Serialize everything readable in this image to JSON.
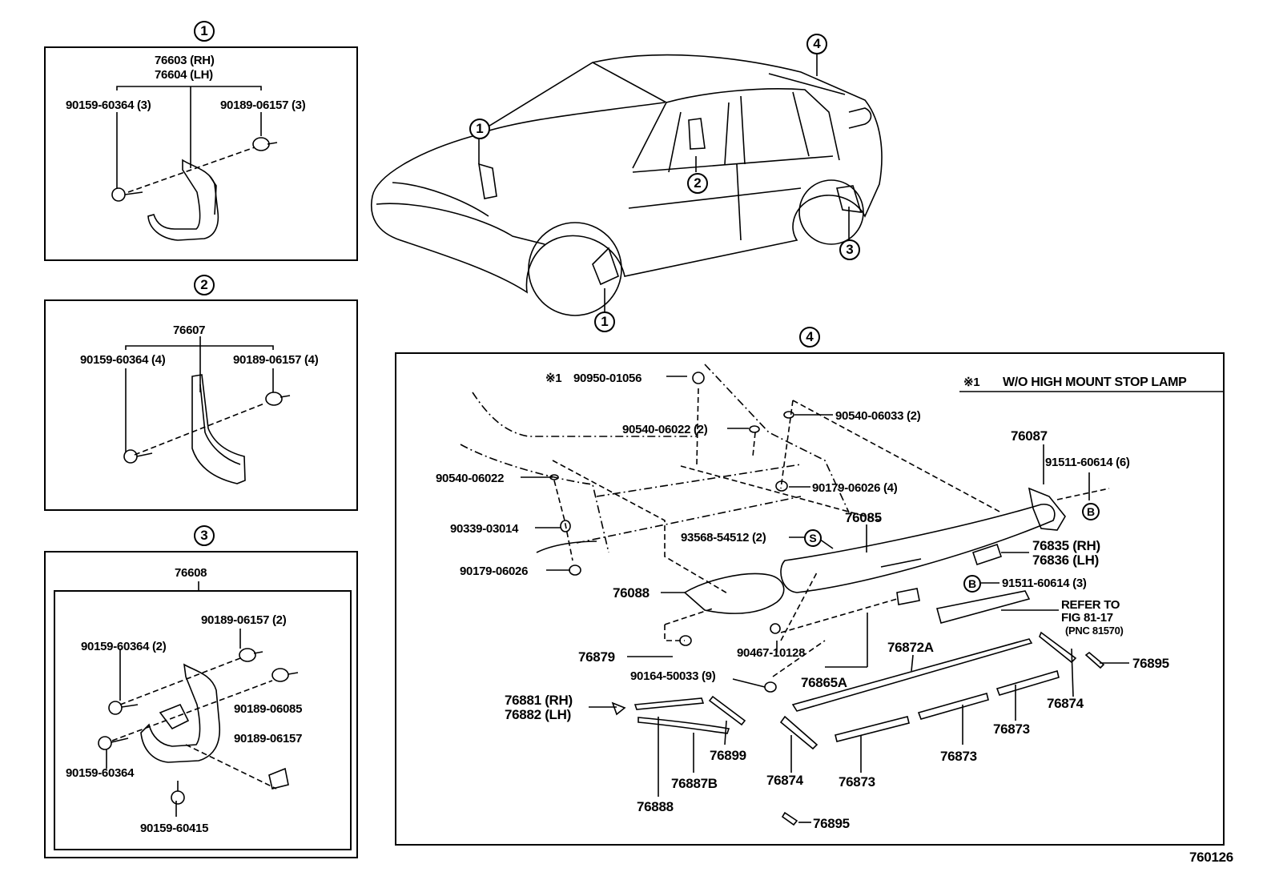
{
  "callouts": {
    "c1": "1",
    "c2": "2",
    "c3": "3",
    "c4": "4"
  },
  "panel1": {
    "part_main_rh": "76603 (RH)",
    "part_main_lh": "76604 (LH)",
    "screw": "90159-60364 (3)",
    "clip": "90189-06157 (3)"
  },
  "panel2": {
    "part_main": "76607",
    "screw": "90159-60364 (4)",
    "clip": "90189-06157 (4)"
  },
  "panel3": {
    "part_main": "76608",
    "clip_a": "90189-06157 (2)",
    "screw_a": "90159-60364 (2)",
    "clip_b": "90189-06085",
    "clip_c": "90189-06157",
    "screw_b": "90159-60364",
    "screw_c": "90159-60415"
  },
  "panel4": {
    "note_mark": "※1",
    "note": "W/O HIGH MOUNT STOP LAMP",
    "grommet": "90950-01056",
    "nut_a": "90540-06022 (2)",
    "nut_b": "90540-06033 (2)",
    "nut_c": "90540-06022",
    "clip_a": "90179-06026 (4)",
    "spacer": "90339-03014",
    "clip_b": "90179-06026",
    "tape": "93568-54512 (2)",
    "spoiler_bracket": "76087",
    "screw_a": "91511-60614 (6)",
    "spoiler": "76085",
    "bracket_rh": "76835 (RH)",
    "bracket_lh": "76836 (LH)",
    "screw_b": "91511-60614 (3)",
    "refer1": "REFER TO",
    "refer2": "FIG 81-17",
    "refer3": "(PNC 81570)",
    "pad": "76088",
    "clip_c": "76879",
    "bolt": "90467-10128",
    "cover": "76865A",
    "mould_a": "76872A",
    "screw_c": "90164-50033 (9)",
    "mould_rh": "76881 (RH)",
    "mould_lh": "76882 (LH)",
    "tape_a": "76895",
    "tape_b": "76895",
    "tape_c": "76874",
    "tape_d": "76874",
    "strip_a": "76873",
    "strip_b": "76873",
    "strip_c": "76873",
    "strip_d": "76899",
    "strip_e": "76887B",
    "strip_f": "76888"
  },
  "sym_s": "S",
  "sym_b": "B",
  "diagram_id": "760126"
}
